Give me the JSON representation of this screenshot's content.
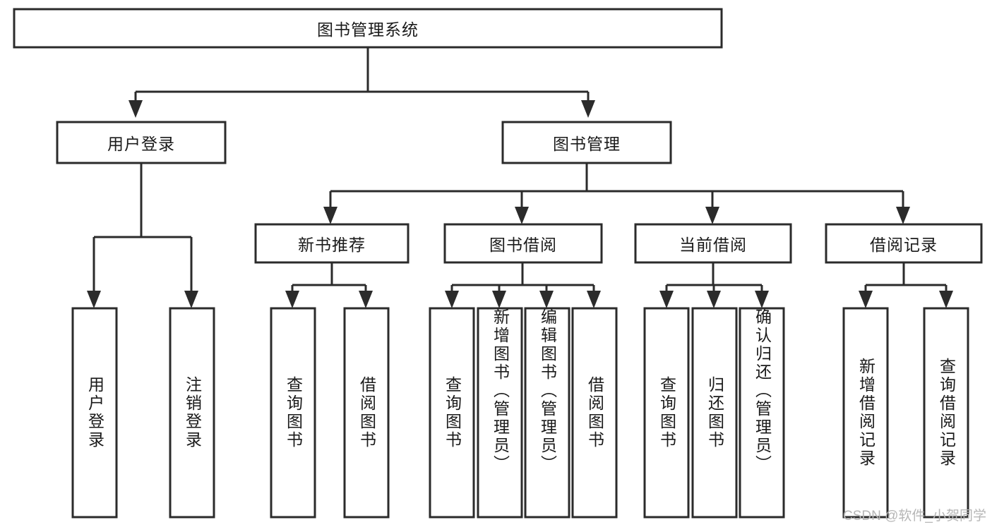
{
  "diagram": {
    "title": "图书管理系统",
    "watermark": "CSDN @软件_小贺同学",
    "colors": {
      "stroke": "#2b2b2b",
      "fill": "#ffffff",
      "text": "#1a1a1a",
      "watermark": "#b6b6b6"
    },
    "root": {
      "label": "图书管理系统",
      "level": 1
    },
    "level2": [
      {
        "label": "用户登录"
      },
      {
        "label": "图书管理"
      }
    ],
    "level3": [
      {
        "label": "新书推荐"
      },
      {
        "label": "图书借阅"
      },
      {
        "label": "当前借阅"
      },
      {
        "label": "借阅记录"
      }
    ],
    "leaves": {
      "user_login": [
        {
          "label": "用户登录"
        },
        {
          "label": "注销登录"
        }
      ],
      "new_book_recommend": [
        {
          "label": "查询图书"
        },
        {
          "label": "借阅图书"
        }
      ],
      "book_borrow": [
        {
          "label": "查询图书"
        },
        {
          "label": "新增图书（管理员）"
        },
        {
          "label": "编辑图书（管理员）"
        },
        {
          "label": "借阅图书"
        }
      ],
      "current_borrow": [
        {
          "label": "查询图书"
        },
        {
          "label": "归还图书"
        },
        {
          "label": "确认归还（管理员）"
        }
      ],
      "borrow_record": [
        {
          "label": "新增借阅记录"
        },
        {
          "label": "查询借阅记录"
        }
      ]
    }
  }
}
